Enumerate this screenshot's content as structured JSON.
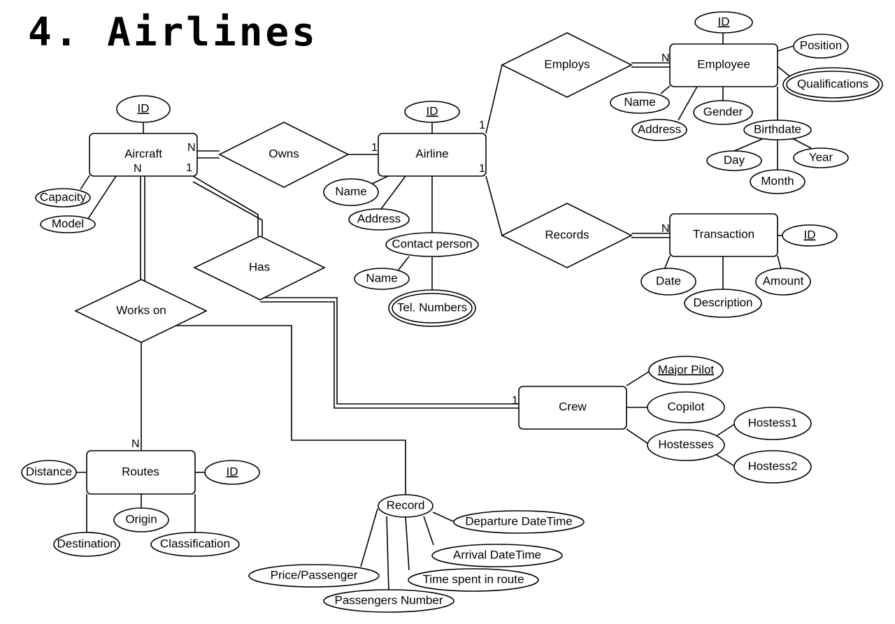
{
  "title": "4. Airlines",
  "entities": {
    "aircraft": "Aircraft",
    "airline": "Airline",
    "employee": "Employee",
    "transaction": "Transaction",
    "crew": "Crew",
    "routes": "Routes"
  },
  "relationships": {
    "owns": "Owns",
    "employs": "Employs",
    "records": "Records",
    "has": "Has",
    "works_on": "Works on"
  },
  "attributes": {
    "aircraft_id": "ID",
    "capacity": "Capacity",
    "model": "Model",
    "airline_id": "ID",
    "airline_name": "Name",
    "airline_address": "Address",
    "contact_person": "Contact person",
    "contact_name": "Name",
    "tel_numbers": "Tel. Numbers",
    "employee_id": "ID",
    "position": "Position",
    "qualifications": "Qualifications",
    "employee_name": "Name",
    "gender": "Gender",
    "employee_address": "Address",
    "birthdate": "Birthdate",
    "day": "Day",
    "year": "Year",
    "month": "Month",
    "transaction_id": "ID",
    "date": "Date",
    "description": "Description",
    "amount": "Amount",
    "major_pilot": "Major Pilot",
    "copilot": "Copilot",
    "hostesses": "Hostesses",
    "hostess1": "Hostess1",
    "hostess2": "Hostess2",
    "distance": "Distance",
    "routes_id": "ID",
    "origin": "Origin",
    "destination": "Destination",
    "classification": "Classification",
    "record": "Record",
    "departure": "Departure DateTime",
    "arrival": "Arrival DateTime",
    "time_spent": "Time spent in route",
    "price": "Price/Passenger",
    "passengers": "Passengers Number"
  },
  "cardinalities": {
    "aircraft_owns": "N",
    "airline_owns": "1",
    "airline_employs": "1",
    "employee_employs": "N",
    "airline_records": "1",
    "transaction_records": "N",
    "aircraft_has": "1",
    "crew_has": "1",
    "aircraft_works_on": "N",
    "routes_works_on": "N"
  }
}
